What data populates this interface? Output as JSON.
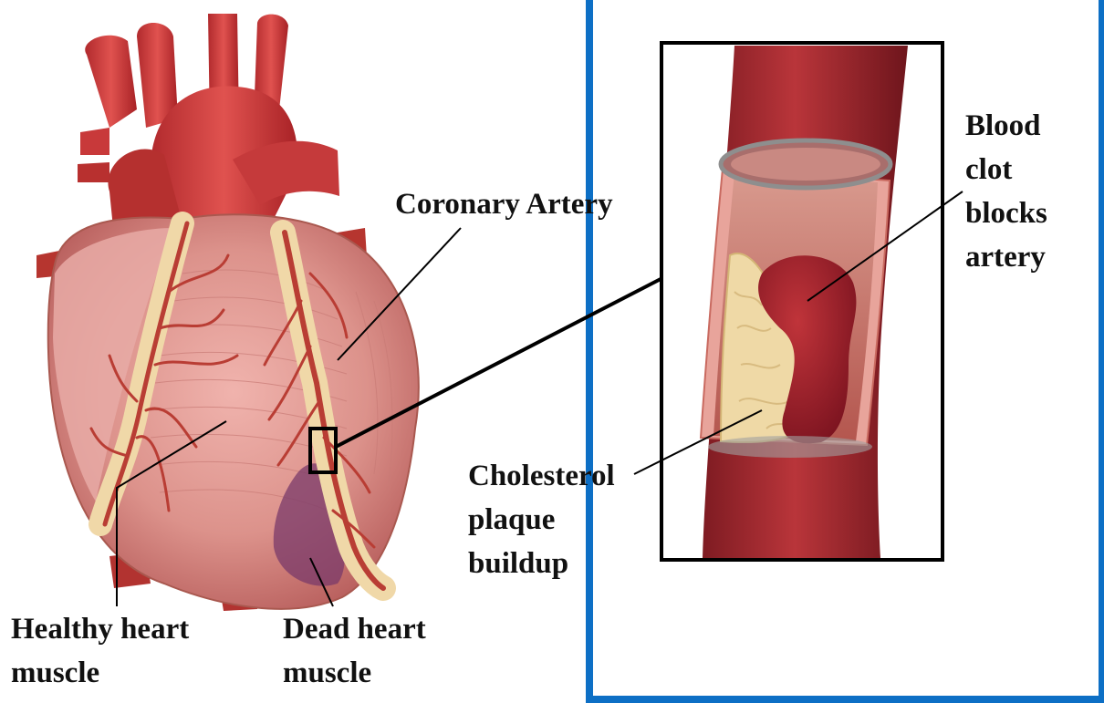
{
  "labels": {
    "coronary_artery": "Coronary Artery",
    "blood_clot": [
      "Blood",
      "clot",
      "blocks",
      "artery"
    ],
    "cholesterol": [
      "Cholesterol",
      "plaque",
      "buildup"
    ],
    "healthy": [
      "Healthy heart",
      "muscle"
    ],
    "dead": [
      "Dead heart",
      "muscle"
    ]
  },
  "colors": {
    "frame": "#0d6fc5",
    "heart": "#d9908a",
    "aorta": "#c8393a",
    "vessel": "#a32a30",
    "plaque": "#efd9a6",
    "clot": "#8c1a22",
    "dead_tissue": "#7a3a6a"
  }
}
